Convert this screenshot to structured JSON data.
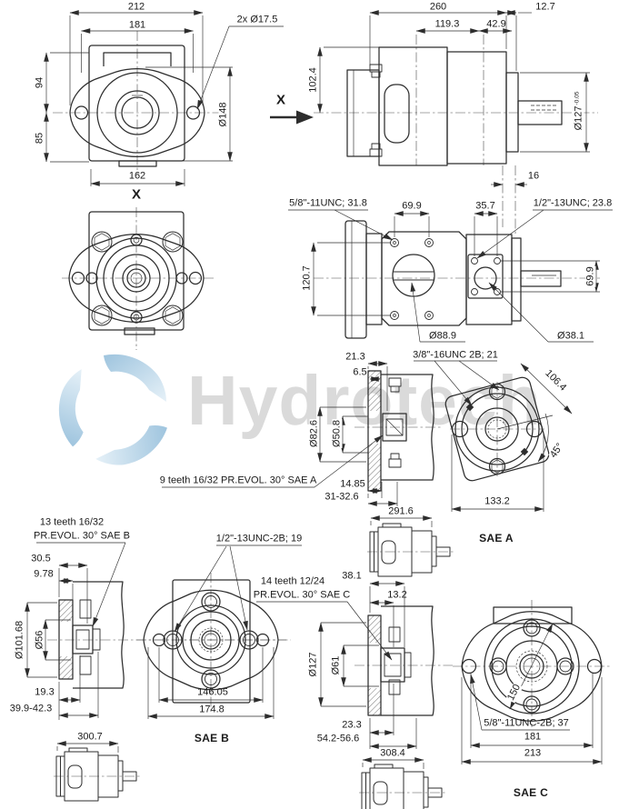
{
  "watermark": {
    "brand": "Hydrotech"
  },
  "colors": {
    "line": "#2d2d2d",
    "dim_text": "#1b1b1b",
    "watermark_text": "#dadada",
    "logo_blue_dark": "#9ec4de",
    "logo_blue_light": "#e6f1f8"
  },
  "front_view": {
    "dim_212": "212",
    "dim_181": "181",
    "holes_label": "2x Ø17.5",
    "dim_94": "94",
    "dim_85": "85",
    "dim_dia148": "Ø148",
    "dim_162": "162",
    "marker": "X"
  },
  "side_view": {
    "dim_260": "260",
    "dim_12_7": "12.7",
    "dim_119_3": "119.3",
    "dim_42_9": "42.9",
    "dim_102_4": "102.4",
    "dim_dia127": "Ø127",
    "tol": "-0.05",
    "dim_16": "16"
  },
  "x_view": {
    "label": "X"
  },
  "top_view": {
    "thread_left": "5/8\"-11UNC; 31.8",
    "dim_69_9_top": "69.9",
    "dim_35_7": "35.7",
    "thread_right": "1/2\"-13UNC; 23.8",
    "dim_120_7": "120.7",
    "dim_dia88_9": "Ø88.9",
    "dim_dia38_1": "Ø38.1",
    "dim_69_9_right": "69.9"
  },
  "sae_a": {
    "dim_21_3": "21.3",
    "dim_6_5": "6.5",
    "thread": "3/8\"-16UNC 2B; 21",
    "dim_106_4": "106.4",
    "dim_dia82_6": "Ø82.6",
    "dim_dia50_8": "Ø50.8",
    "dim_45deg": "45°",
    "spline_note": "9 teeth 16/32 PR.EVOL. 30° SAE A",
    "dim_14_85": "14.85",
    "dim_31_32_6": "31-32.6",
    "dim_291_6": "291.6",
    "dim_133_2": "133.2",
    "label": "SAE A"
  },
  "sae_b": {
    "spline_note_1": "13 teeth 16/32",
    "spline_note_2": "PR.EVOL. 30° SAE B",
    "dim_30_5": "30.5",
    "dim_9_78": "9.78",
    "dim_dia101_68": "Ø101.68",
    "dim_dia56": "Ø56",
    "dim_19_3": "19.3",
    "dim_39_9_42_3": "39.9-42.3",
    "dim_300_7": "300.7",
    "thread": "1/2\"-13UNC-2B; 19",
    "dim_146_05": "146.05",
    "dim_174_8": "174.8",
    "label": "SAE B"
  },
  "sae_c": {
    "spline_note_1": "14 teeth 12/24",
    "spline_note_2": "PR.EVOL. 30° SAE C",
    "dim_38_1": "38.1",
    "dim_13_2": "13.2",
    "dim_dia127": "Ø127",
    "dim_dia61": "Ø61",
    "dim_23_3": "23.3",
    "dim_54_2_56_6": "54.2-56.6",
    "dim_308_4": "308.4",
    "dim_150": "150",
    "thread": "5/8\"-11UNC-2B; 37",
    "dim_181": "181",
    "dim_213": "213",
    "label": "SAE C"
  }
}
